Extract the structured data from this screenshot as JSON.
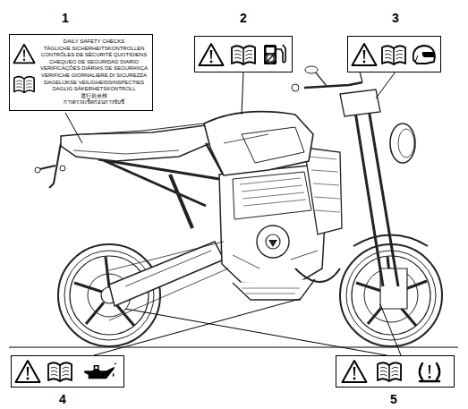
{
  "diagram": {
    "nodes": [
      {
        "text": [
          "DAILY SAFETY CHECKS",
          "TÄGLICHE SICHERHEITSKONTROLLEN",
          "CONTRÔLES DE SÉCURITÉ QUOTIDIENS",
          "CHEQUEO DE SEGURIDAD DIARIO",
          "VERIFICAÇÕES DIÁRIAS DE SEGURANÇA",
          "VERIFICHE GIORNALIERE DI SICUREZZA",
          "DAGELIJKSE VEILIGHEIDSINSPECTIES",
          "DAGLIG SÄKERHETSKONTROLL",
          "運行前点検",
          "การตรวจเช็คก่อนการขับขี่"
        ]
      }
    ],
    "labels": [
      "1",
      "2",
      "3",
      "4",
      "5"
    ]
  }
}
